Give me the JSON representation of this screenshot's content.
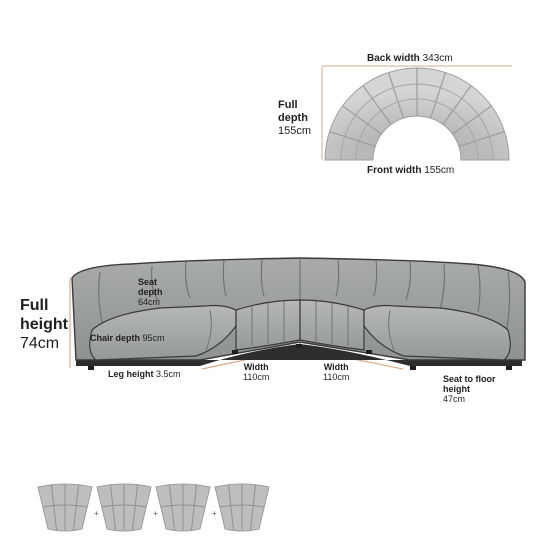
{
  "top_view": {
    "back_width_label": "Back width",
    "back_width_value": "343cm",
    "front_width_label": "Front width",
    "front_width_value": "155cm",
    "full_depth_label_1": "Full",
    "full_depth_label_2": "depth",
    "full_depth_value": "155cm"
  },
  "front_view": {
    "full_height_label_1": "Full",
    "full_height_label_2": "height",
    "full_height_value": "74cm",
    "seat_depth_label_1": "Seat",
    "seat_depth_label_2": "depth",
    "seat_depth_value": "64cm",
    "chair_depth_label": "Chair depth",
    "chair_depth_value": "95cm",
    "leg_height_label": "Leg height",
    "leg_height_value": "3.5cm",
    "width_left_label": "Width",
    "width_left_value": "110cm",
    "width_right_label": "Width",
    "width_right_value": "110cm",
    "seat_floor_label_1": "Seat to floor",
    "seat_floor_label_2": "height",
    "seat_floor_value": "47cm"
  },
  "modules": {
    "count": 4,
    "separator": "+"
  },
  "colors": {
    "fabric": "#a9acab",
    "fabric_light": "#c2c4c3",
    "fabric_shadow": "#8d9190",
    "outline": "#2a2a2a",
    "dimension_line": "#d9a98a",
    "text": "#1f1f1f"
  }
}
